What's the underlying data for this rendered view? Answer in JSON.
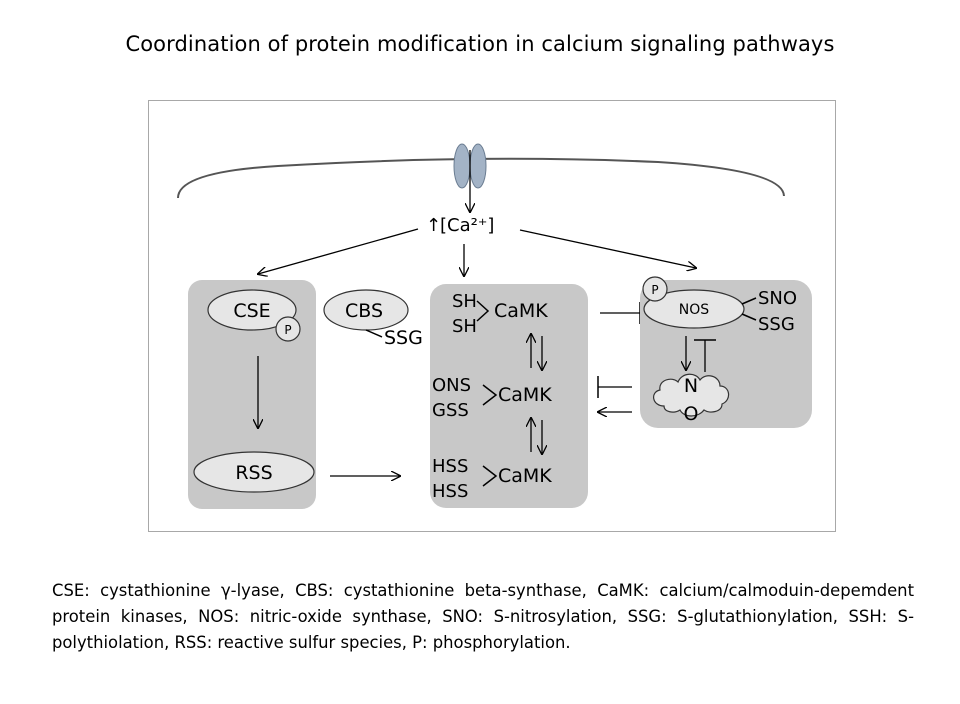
{
  "title": "Coordination of protein modification in calcium signaling pathways",
  "diagram": {
    "calcium": {
      "arrow": "↑",
      "label": "[Ca²⁺]"
    },
    "cse": "CSE",
    "phospho": "P",
    "cbs": "CBS",
    "cbs_ssg": "SSG",
    "rss": "RSS",
    "camk": "CaMK",
    "sh": "SH",
    "ons": "ONS",
    "gss": "GSS",
    "hss": "HSS",
    "nos": "NOS",
    "sno": "SNO",
    "ssg": "SSG",
    "no_n": "N",
    "no_o": "O"
  },
  "legend": "CSE: cystathionine γ-lyase, CBS: cystathionine beta-synthase, CaMK: calcium/calmoduin-depemdent protein kinases, NOS: nitric-oxide synthase, SNO: S-nitrosylation, SSG: S-glutathionylation, SSH: S-polythiolation, RSS: reactive sulfur species, P: phosphorylation.",
  "colors": {
    "box_fill": "#c8c8c8",
    "ellipse_fill": "#e6e6e6",
    "channel_fill": "#a3b3c6",
    "line": "#000000"
  }
}
